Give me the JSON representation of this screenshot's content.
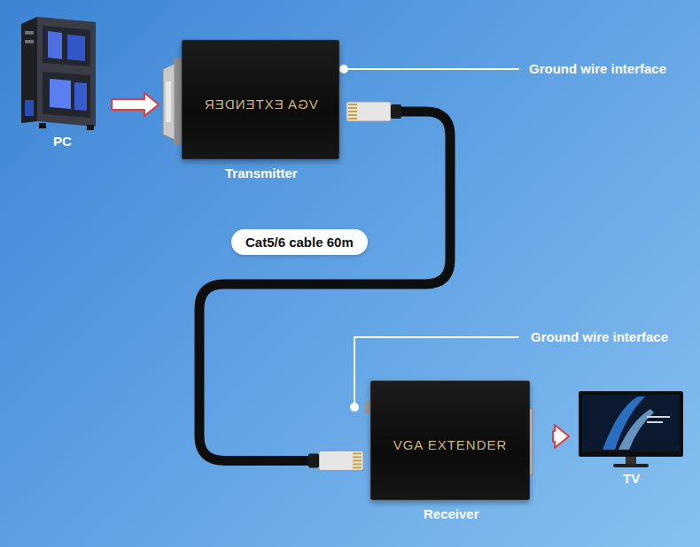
{
  "diagram": {
    "nodes": [
      {
        "text": [
          "PC"
        ]
      },
      {
        "text": [
          "VGA EXTENDER",
          "Transmitter"
        ]
      },
      {
        "text": [
          "VGA EXTENDER",
          "Receiver"
        ]
      },
      {
        "text": [
          "TV"
        ]
      }
    ],
    "edges": [
      {
        "from": 0,
        "to": 1,
        "arrow": "to"
      },
      {
        "from": 1,
        "to": 2,
        "arrow": "none",
        "label": "Cat5/6 cable 60m"
      },
      {
        "from": 2,
        "to": 3,
        "arrow": "to"
      }
    ],
    "labels": [
      "Ground wire interface",
      "Ground wire interface"
    ]
  }
}
